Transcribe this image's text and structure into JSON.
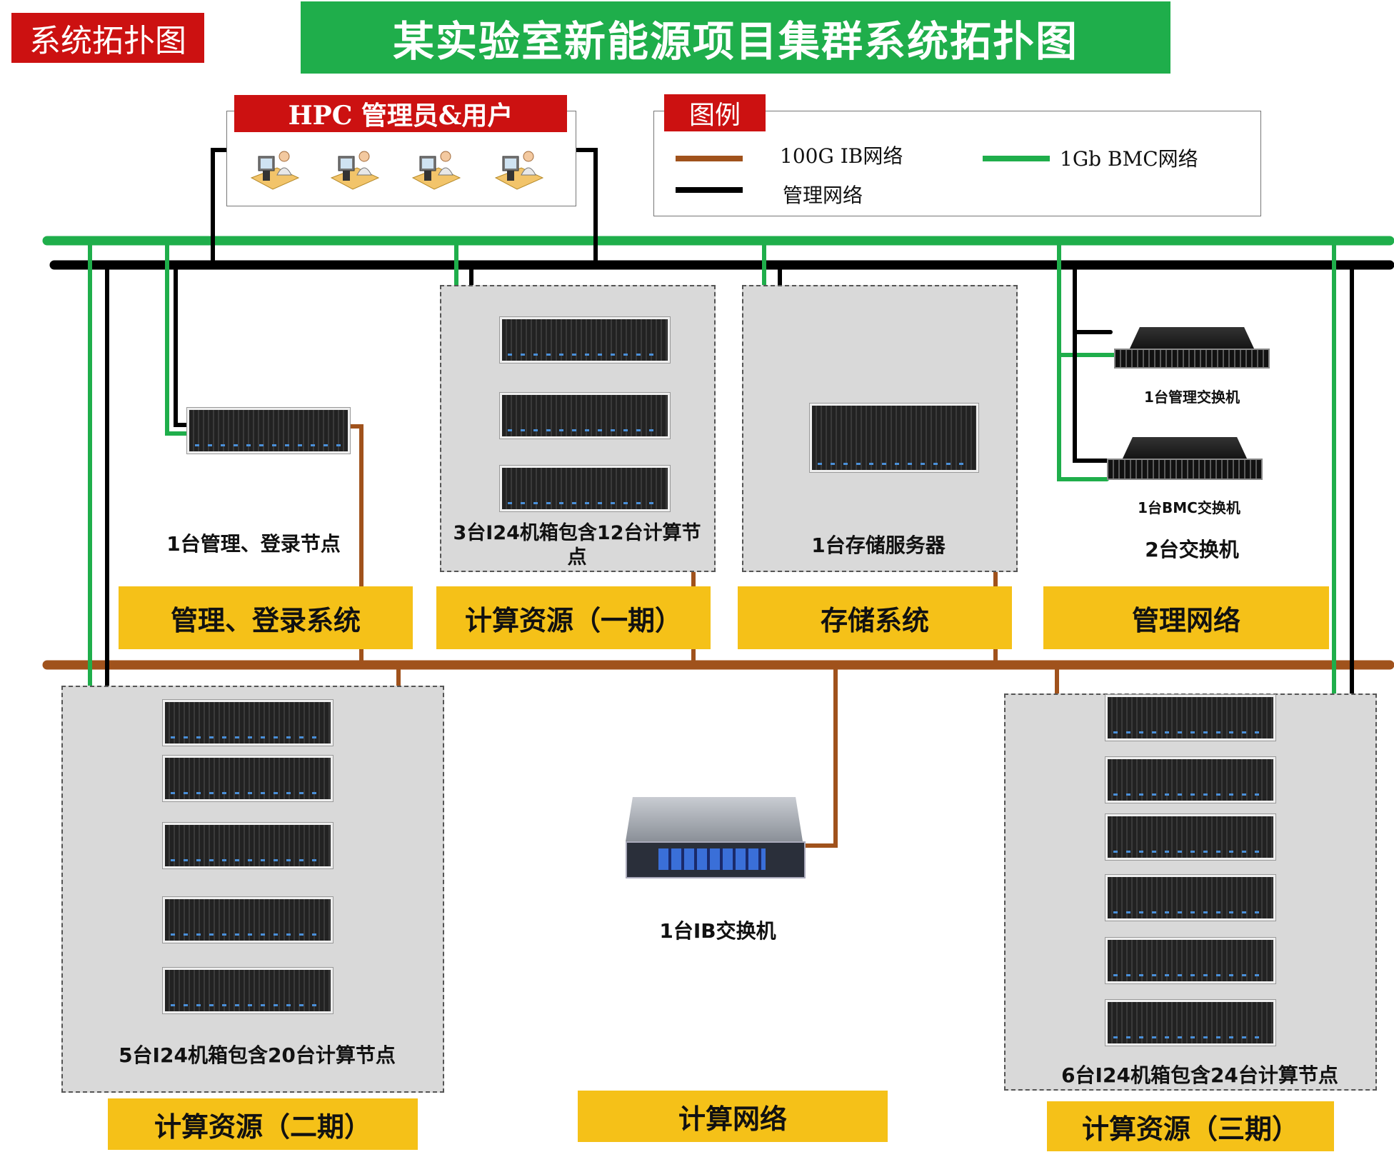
{
  "corner_tag": "系统拓扑图",
  "title": "某实验室新能源项目集群系统拓扑图",
  "users": {
    "label": "HPC 管理员&用户",
    "count": 4
  },
  "legend": {
    "label": "图例",
    "items": [
      {
        "text": "100G  IB网络",
        "color": "#a0521c"
      },
      {
        "text": "1Gb  BMC网络",
        "color": "#1fae4b"
      },
      {
        "text": "管理网络",
        "color": "#000000"
      }
    ]
  },
  "nodes": {
    "mgmt_login": "1台管理、登录节点",
    "compute1": "3台I24机箱包含12台计算节点",
    "storage": "1台存储服务器",
    "mgmt_switch": "1台管理交换机",
    "bmc_switch": "1台BMC交换机",
    "switches": "2台交换机",
    "compute2": "5台I24机箱包含20台计算节点",
    "ib_switch": "1台IB交换机",
    "compute3": "6台I24机箱包含24台计算节点"
  },
  "sections": {
    "mgmt_system": "管理、登录系统",
    "compute1": "计算资源（一期）",
    "storage": "存储系统",
    "mgmt_network": "管理网络",
    "compute2": "计算资源（二期）",
    "compute_network": "计算网络",
    "compute3": "计算资源（三期）"
  },
  "colors": {
    "ib": "#a0521c",
    "bmc": "#1fae4b",
    "mgmt": "#000000",
    "section": "#f5c118",
    "title": "#1fae4b",
    "tag": "#cc1111"
  }
}
